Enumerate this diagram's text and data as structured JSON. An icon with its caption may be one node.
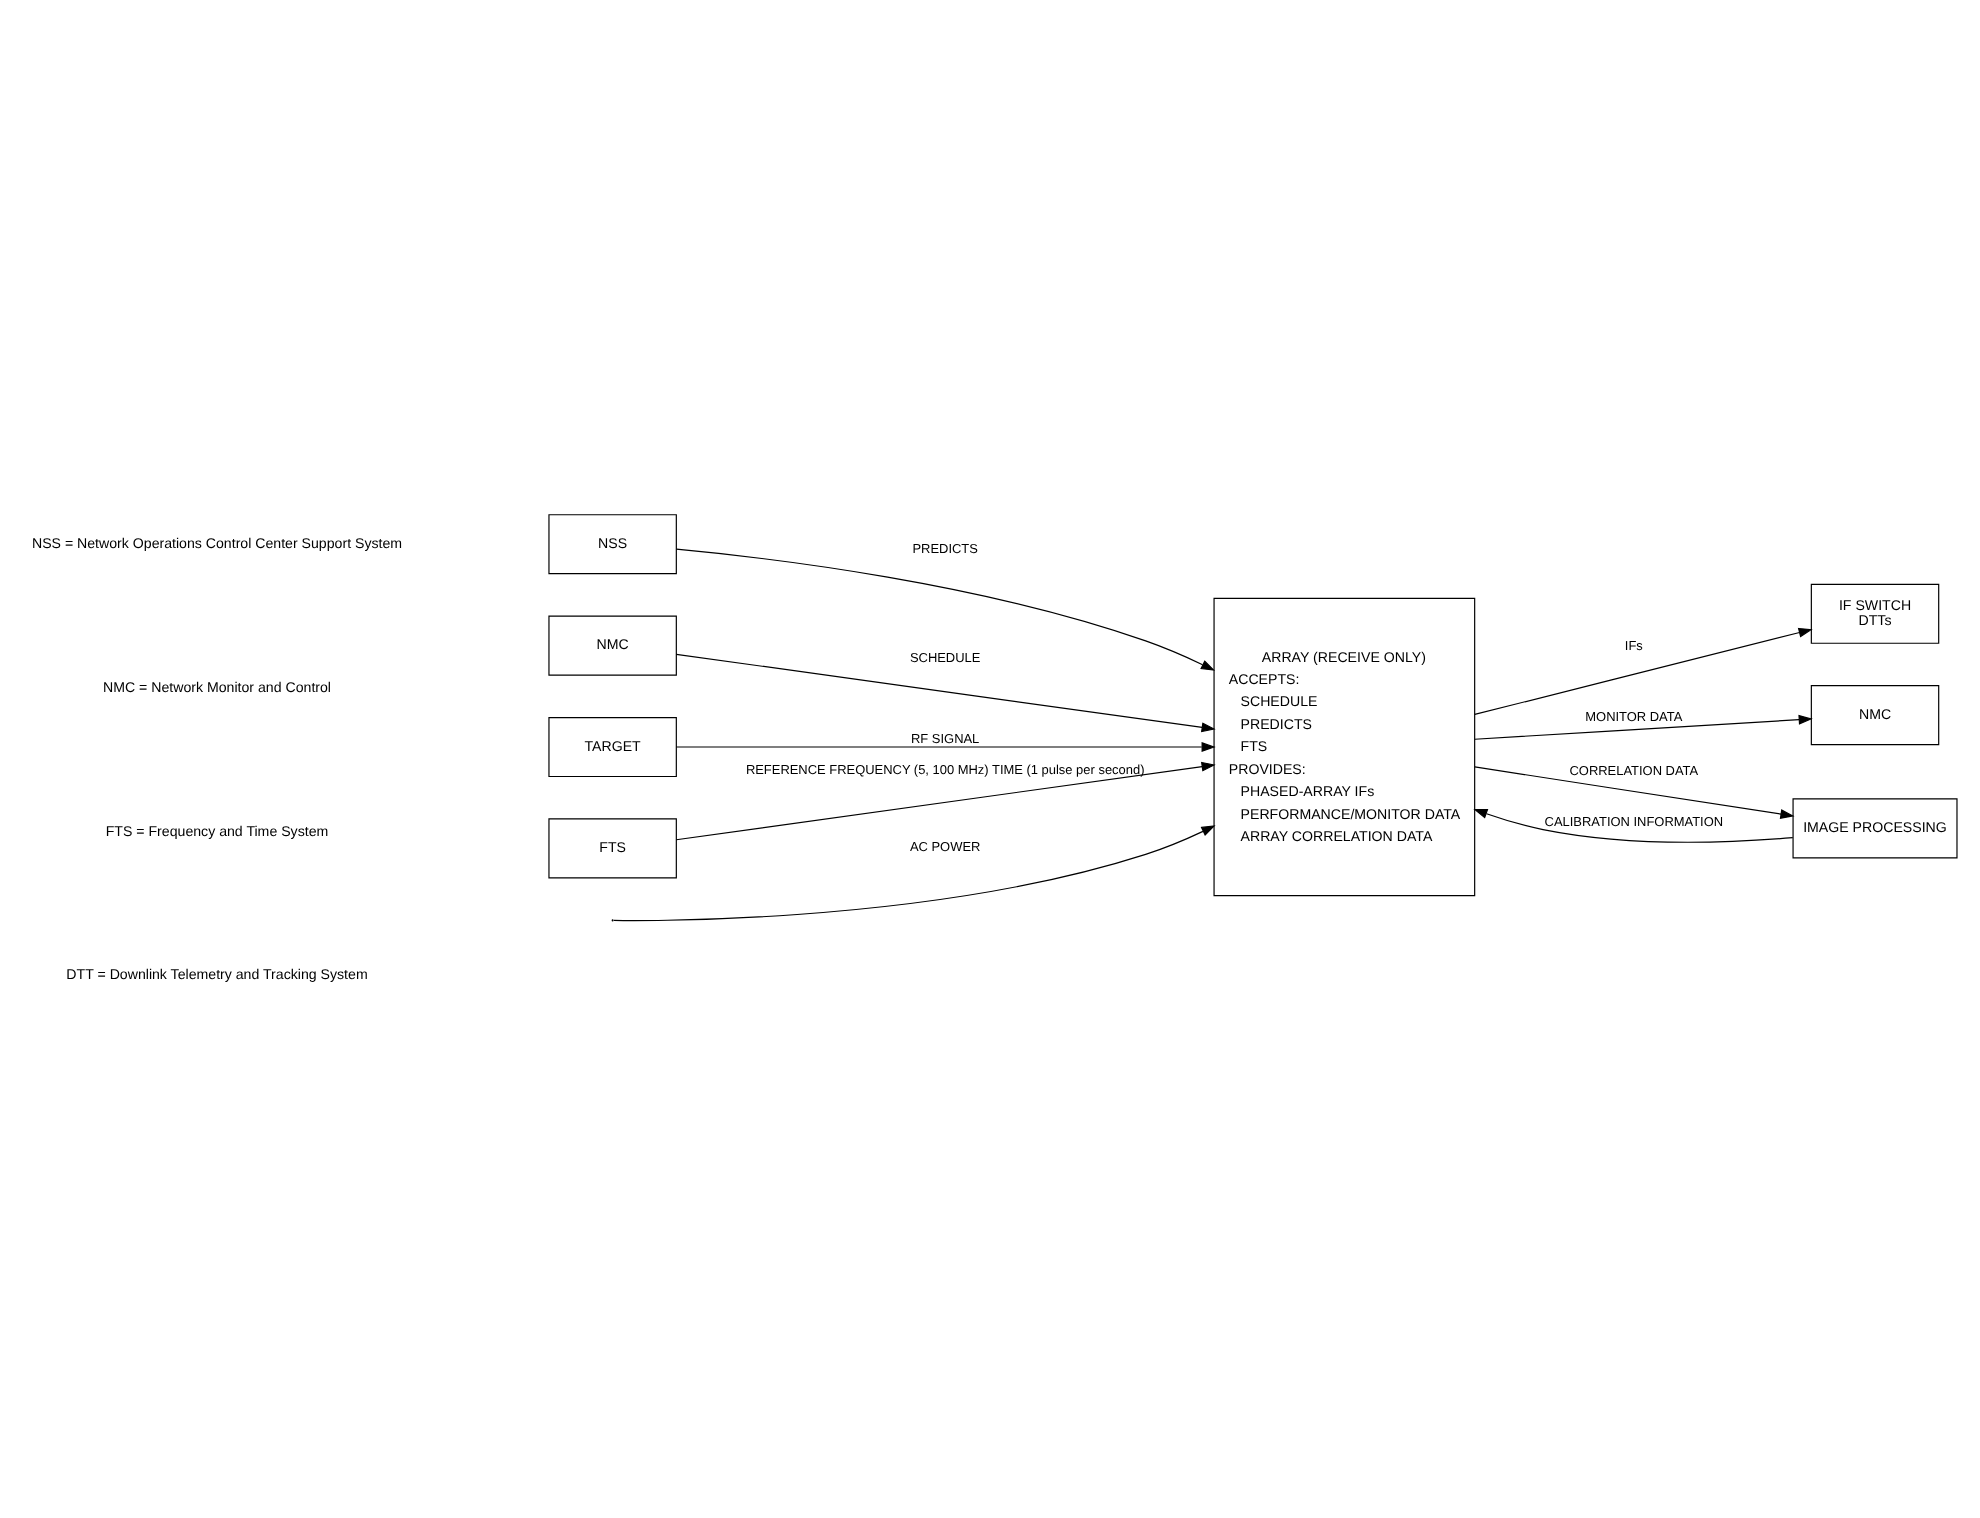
{
  "diagram": {
    "nodes": [
      {
        "text": [
          "NSS"
        ]
      },
      {
        "text": [
          "NMC"
        ]
      },
      {
        "text": [
          "TARGET"
        ]
      },
      {
        "text": [
          "ARRAY (RECEIVE ONLY)",
          "ACCEPTS:",
          "SCHEDULE",
          "PREDICTS",
          "FTS",
          "PROVIDES:",
          "PHASED-ARRAY IFs",
          "PERFORMANCE/MONITOR DATA",
          "ARRAY CORRELATION DATA"
        ]
      },
      {
        "text": [
          "IF SWITCH",
          "DTTs"
        ]
      },
      {
        "text": [
          "NMC"
        ]
      },
      {
        "text": [
          "IMAGE PROCESSING"
        ]
      },
      {
        "text": [
          "FTS"
        ]
      }
    ],
    "edges": [
      {
        "from": 0,
        "to": 3,
        "arrow": "to",
        "label": "PREDICTS"
      },
      {
        "from": 1,
        "to": 3,
        "arrow": "to",
        "label": "SCHEDULE"
      },
      {
        "from": 2,
        "to": 3,
        "arrow": "to",
        "label": "RF SIGNAL"
      },
      {
        "from": 3,
        "to": 4,
        "arrow": "to",
        "label": "IFs"
      },
      {
        "from": 3,
        "to": 5,
        "arrow": "to",
        "label": "MONITOR DATA"
      },
      {
        "from": 3,
        "to": 6,
        "arrow": "to",
        "label": "CORRELATION DATA"
      },
      {
        "from": 6,
        "to": 3,
        "arrow": "to",
        "label": "CALIBRATION INFORMATION"
      },
      {
        "from": 7,
        "to": 3,
        "arrow": "to",
        "label": "REFERENCE FREQUENCY (5, 100 MHz) TIME (1 pulse per second)"
      },
      {
        "from": null,
        "to": 3,
        "arrow": "to",
        "label": "AC POWER"
      }
    ],
    "labels": [
      "NSS = Network Operations Control Center Support System",
      "NMC = Network Monitor and Control",
      "FTS = Frequency and Time System",
      "DTT = Downlink Telemetry and Tracking System"
    ]
  }
}
